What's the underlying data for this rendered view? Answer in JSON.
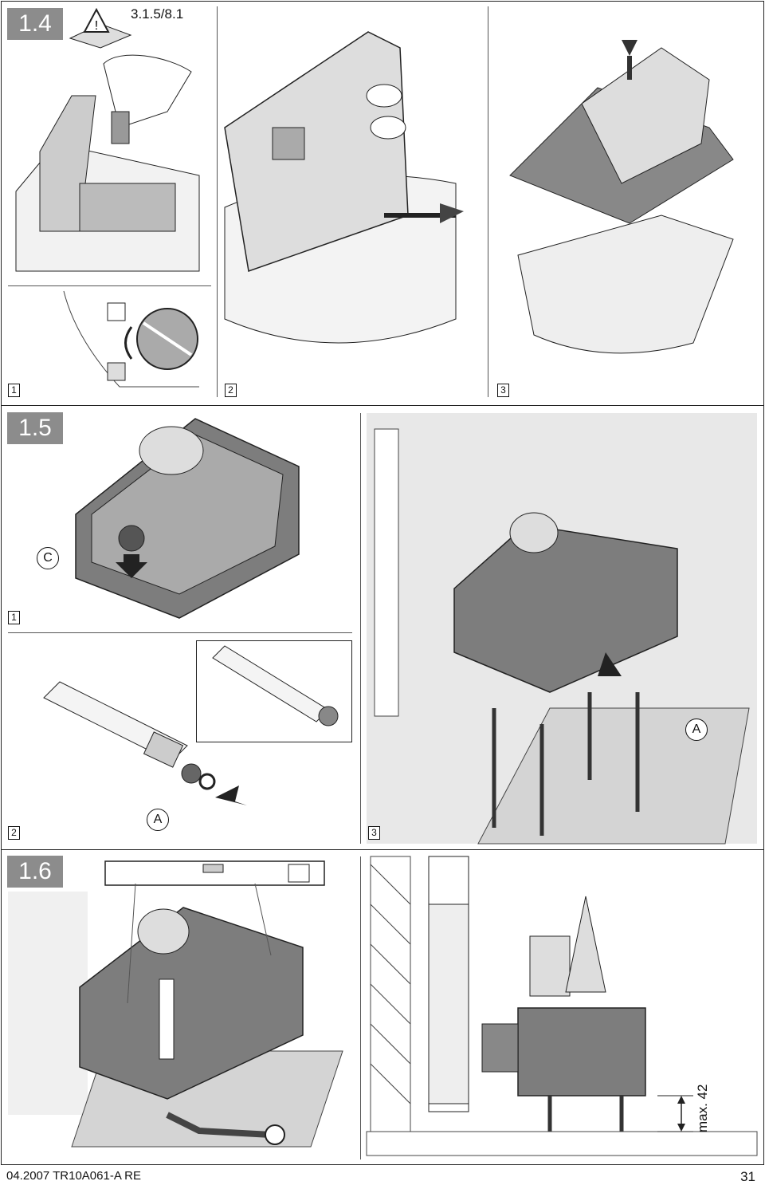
{
  "sections": [
    {
      "label": "1.4",
      "reference": "3.1.5/8.1",
      "steps": [
        "1",
        "2",
        "3"
      ]
    },
    {
      "label": "1.5",
      "steps": [
        "1",
        "2",
        "3"
      ],
      "callouts": [
        "C",
        "A",
        "A"
      ]
    },
    {
      "label": "1.6"
    }
  ],
  "dimension": "max. 42",
  "footer": {
    "date_code": "04.2007  TR10A061-A  RE",
    "page_number": "31"
  },
  "colors": {
    "housing": "#7d7d7d",
    "housing_dark": "#555555",
    "panel": "#e6e6e6",
    "line": "#222222",
    "label_bg": "#8c8c8c"
  }
}
